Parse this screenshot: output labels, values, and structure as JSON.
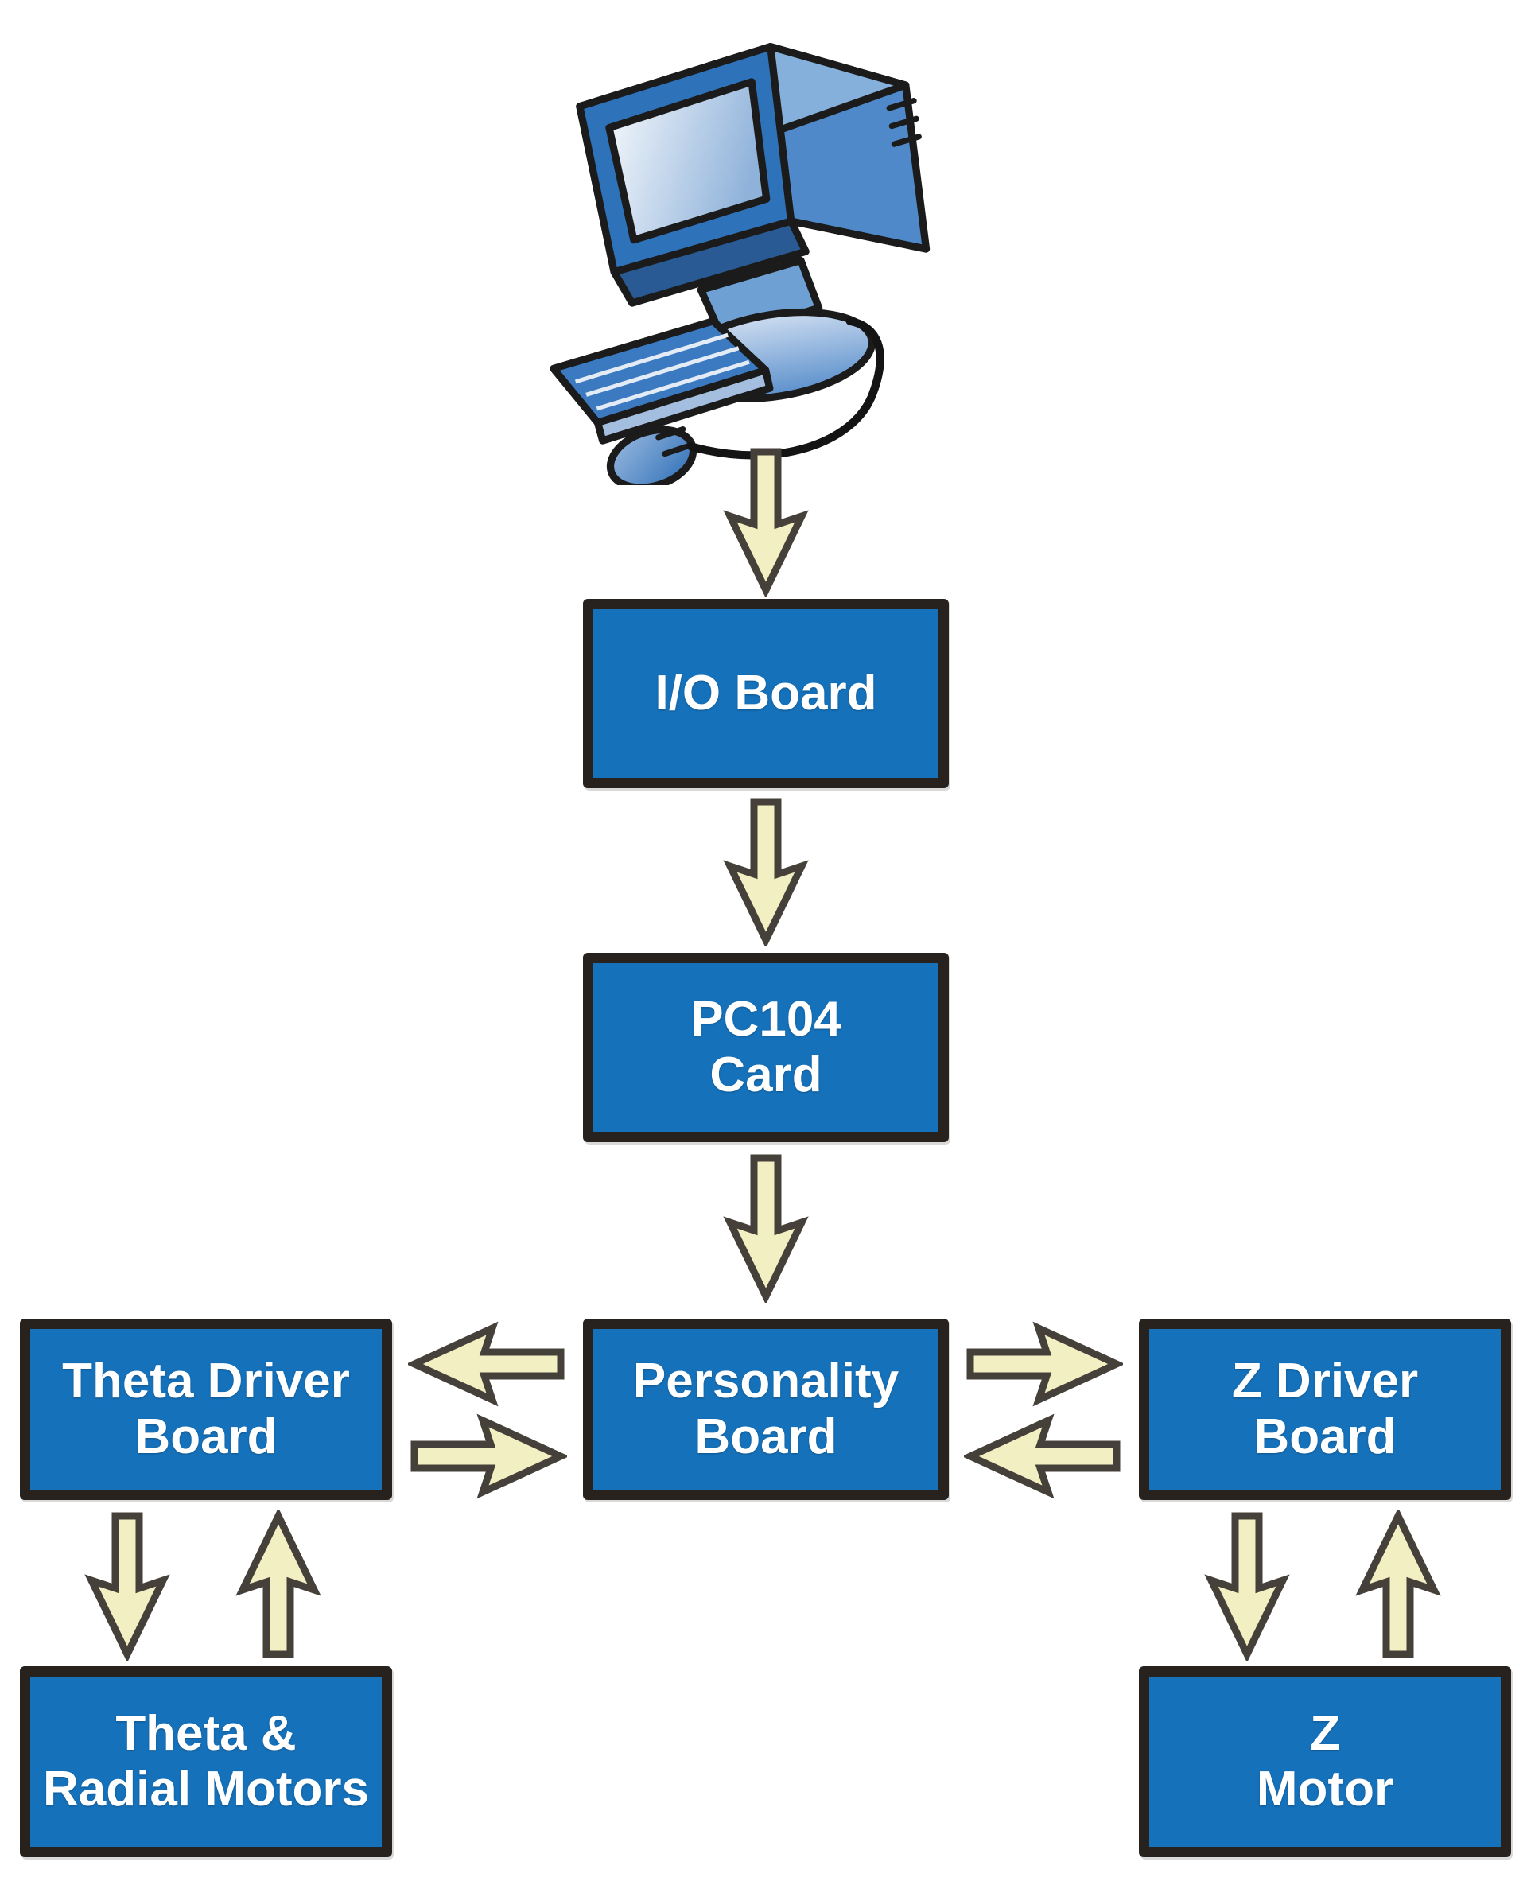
{
  "diagram": {
    "title_visible": false,
    "background": "#ffffff",
    "colors": {
      "box_fill": "#1571ba",
      "box_border": "#27221e",
      "box_text": "#ffffff",
      "arrow_fill": "#f2efc2",
      "arrow_outline": "#45413a"
    },
    "nodes": [
      {
        "id": "computer",
        "type": "icon",
        "icon": "desktop-computer-icon",
        "label": ""
      },
      {
        "id": "io-board",
        "lines": [
          "I/O Board"
        ]
      },
      {
        "id": "pc104-card",
        "lines": [
          "PC104",
          "Card"
        ]
      },
      {
        "id": "theta-driver-board",
        "lines": [
          "Theta Driver",
          "Board"
        ]
      },
      {
        "id": "personality-board",
        "lines": [
          "Personality",
          "Board"
        ]
      },
      {
        "id": "z-driver-board",
        "lines": [
          "Z Driver",
          "Board"
        ]
      },
      {
        "id": "theta-radial-motors",
        "lines": [
          "Theta &",
          "Radial Motors"
        ]
      },
      {
        "id": "z-motor",
        "lines": [
          "Z",
          "Motor"
        ]
      }
    ],
    "edges": [
      {
        "from": "computer",
        "to": "io-board",
        "direction": "down"
      },
      {
        "from": "io-board",
        "to": "pc104-card",
        "direction": "down"
      },
      {
        "from": "pc104-card",
        "to": "personality-board",
        "direction": "down"
      },
      {
        "from": "personality-board",
        "to": "theta-driver-board",
        "direction": "left"
      },
      {
        "from": "theta-driver-board",
        "to": "personality-board",
        "direction": "right"
      },
      {
        "from": "personality-board",
        "to": "z-driver-board",
        "direction": "right"
      },
      {
        "from": "z-driver-board",
        "to": "personality-board",
        "direction": "left"
      },
      {
        "from": "theta-driver-board",
        "to": "theta-radial-motors",
        "direction": "down"
      },
      {
        "from": "theta-radial-motors",
        "to": "theta-driver-board",
        "direction": "up"
      },
      {
        "from": "z-driver-board",
        "to": "z-motor",
        "direction": "down"
      },
      {
        "from": "z-motor",
        "to": "z-driver-board",
        "direction": "up"
      }
    ]
  }
}
